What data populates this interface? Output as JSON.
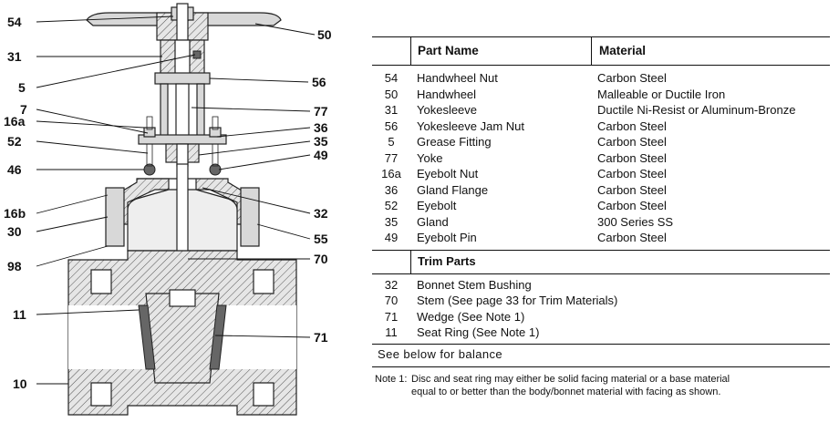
{
  "diagram": {
    "callouts": {
      "c54": "54",
      "c31": "31",
      "c5": "5",
      "c7": "7",
      "c16a": "16a",
      "c52": "52",
      "c46": "46",
      "c16b": "16b",
      "c30": "30",
      "c98": "98",
      "c11": "11",
      "c10": "10",
      "c50": "50",
      "c56": "56",
      "c77": "77",
      "c36": "36",
      "c35": "35",
      "c49": "49",
      "c32": "32",
      "c55": "55",
      "c70": "70",
      "c71": "71"
    }
  },
  "parts_table": {
    "header": {
      "part_name": "Part Name",
      "material": "Material"
    },
    "parts": [
      {
        "num": "54",
        "name": "Handwheel Nut",
        "material": "Carbon Steel"
      },
      {
        "num": "50",
        "name": "Handwheel",
        "material": "Malleable or Ductile Iron"
      },
      {
        "num": "31",
        "name": "Yokesleeve",
        "material": "Ductile Ni-Resist or Aluminum-Bronze"
      },
      {
        "num": "56",
        "name": "Yokesleeve Jam Nut",
        "material": "Carbon Steel"
      },
      {
        "num": "5",
        "name": "Grease Fitting",
        "material": "Carbon Steel"
      },
      {
        "num": "77",
        "name": "Yoke",
        "material": "Carbon Steel"
      },
      {
        "num": "16a",
        "name": "Eyebolt Nut",
        "material": "Carbon Steel"
      },
      {
        "num": "36",
        "name": "Gland Flange",
        "material": "Carbon Steel"
      },
      {
        "num": "52",
        "name": "Eyebolt",
        "material": "Carbon Steel"
      },
      {
        "num": "35",
        "name": "Gland",
        "material": "300 Series SS"
      },
      {
        "num": "49",
        "name": "Eyebolt Pin",
        "material": "Carbon Steel"
      }
    ],
    "trim_title": "Trim Parts",
    "trim": [
      {
        "num": "32",
        "text": "Bonnet Stem Bushing"
      },
      {
        "num": "70",
        "text": "Stem (See page 33 for Trim Materials)"
      },
      {
        "num": "71",
        "text": "Wedge (See Note 1)"
      },
      {
        "num": "11",
        "text": "Seat Ring (See Note 1)"
      }
    ],
    "balance_text": "See below for balance",
    "note_label": "Note 1:",
    "note_line1": "Disc and seat ring may either be solid facing material or a base material",
    "note_line2": "equal to or better than the body/bonnet material with facing as shown."
  }
}
